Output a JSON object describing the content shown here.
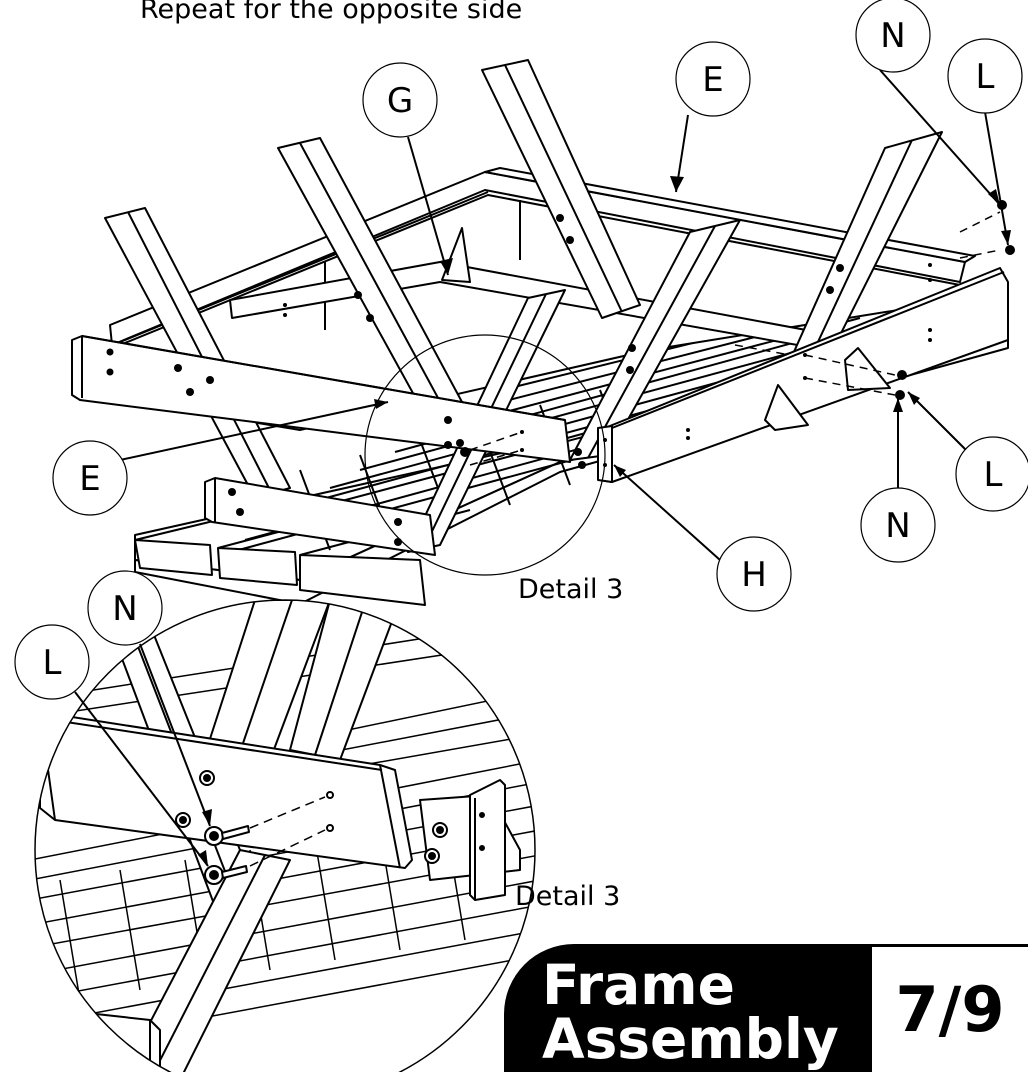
{
  "header_text": "Repeat for the opposite side",
  "callouts": {
    "e_top": "E",
    "g": "G",
    "n_top": "N",
    "l_top": "L",
    "e_left": "E",
    "l_right": "L",
    "n_right": "N",
    "h": "H",
    "n_detail": "N",
    "l_detail": "L"
  },
  "detail_labels": {
    "main": "Detail 3",
    "inset": "Detail 3"
  },
  "title": {
    "line1": "Frame",
    "line2": "Assembly"
  },
  "page_number": "7/9",
  "colors": {
    "ink": "#000000",
    "paper": "#ffffff"
  }
}
